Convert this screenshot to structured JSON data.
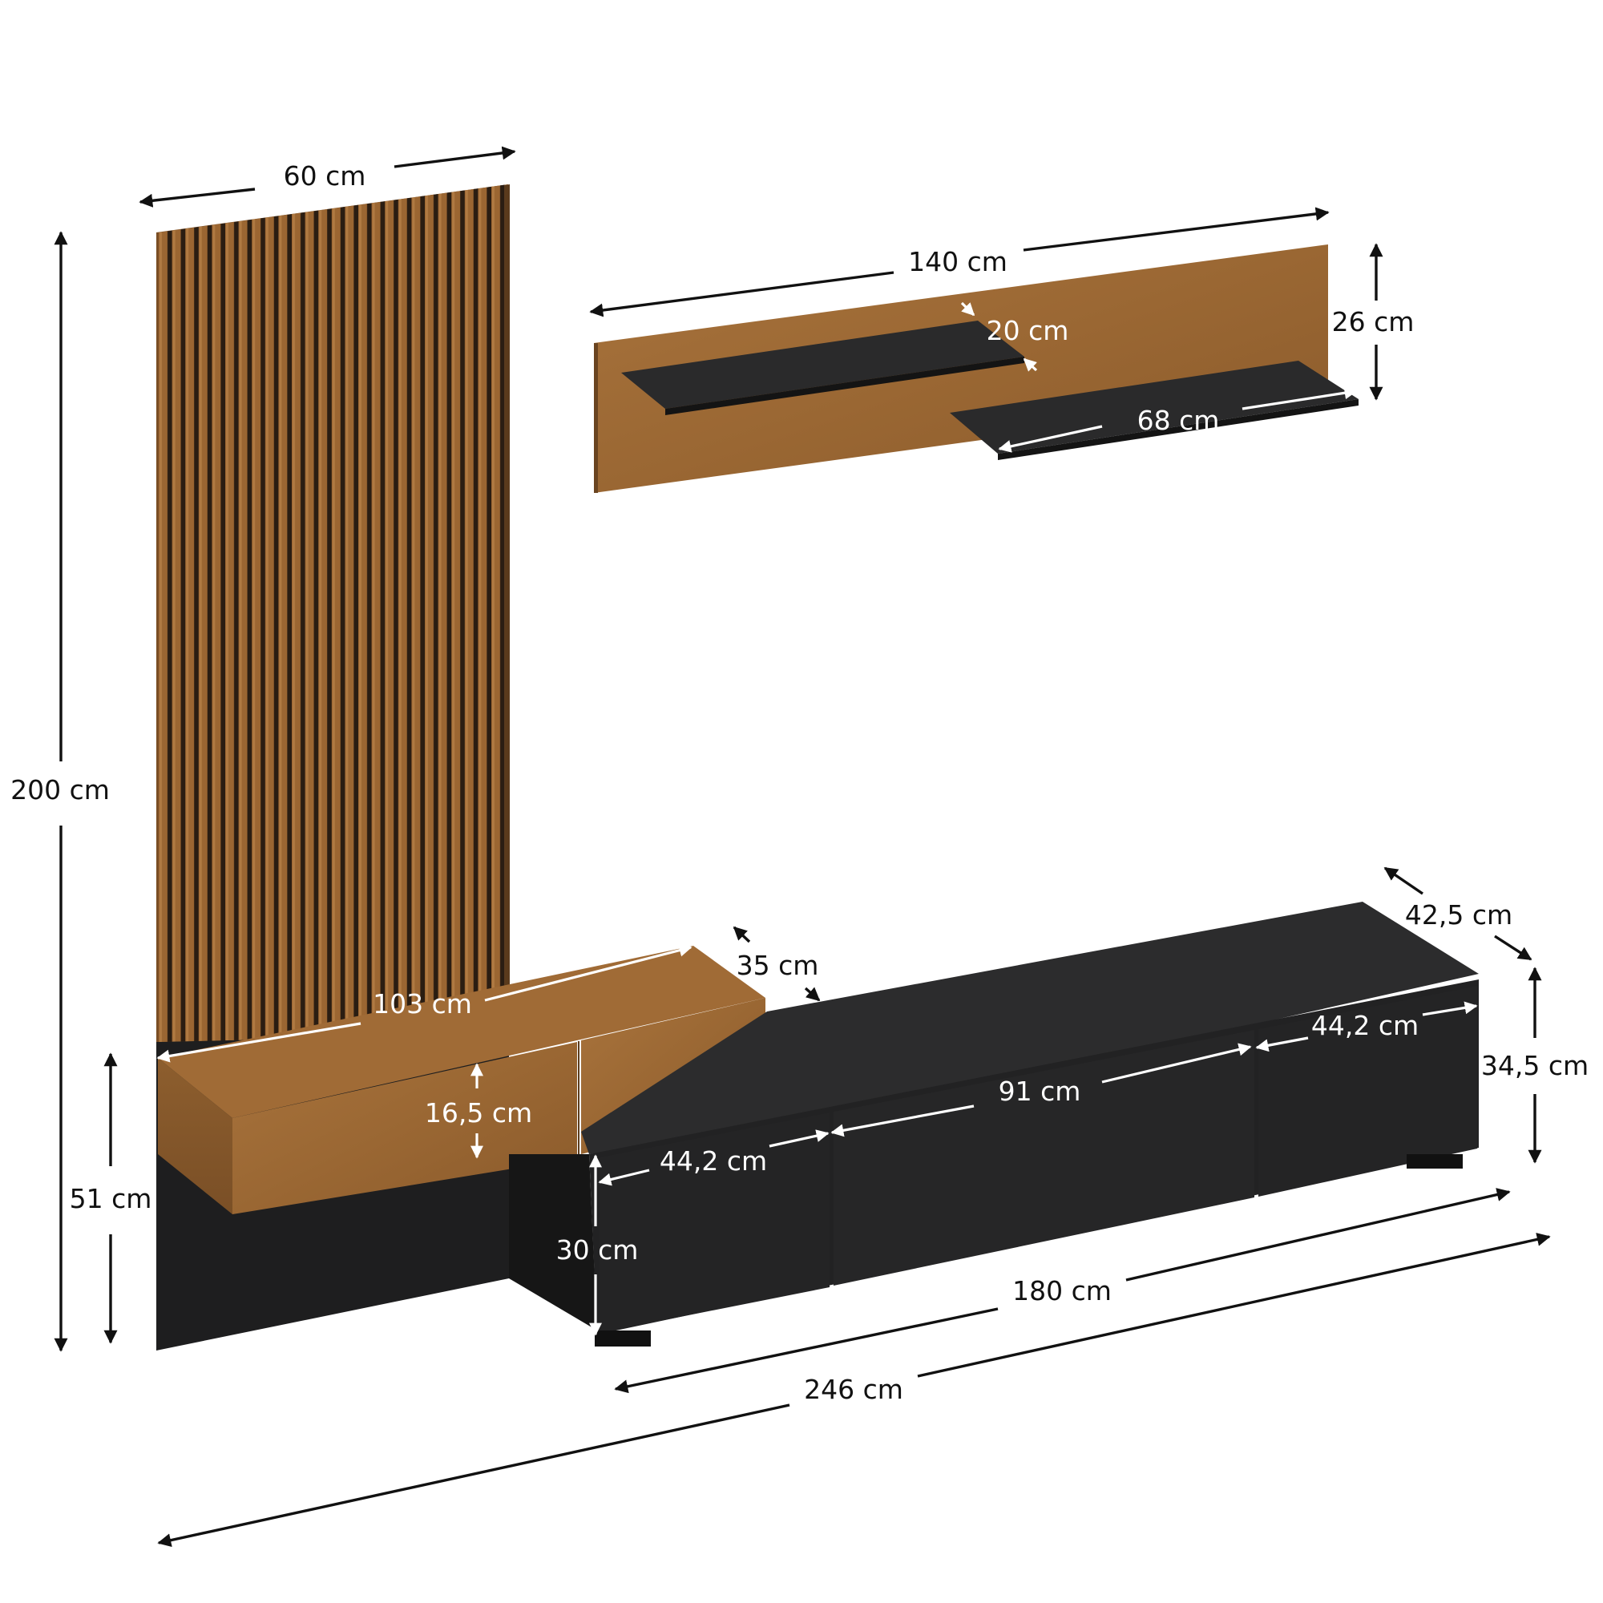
{
  "colors": {
    "oak": "#9c6a35",
    "oak_light": "#b07c44",
    "oak_dark": "#6b4522",
    "black_panel": "#1f1f20",
    "black_top": "#2b2b2c",
    "black_shadow": "#121212"
  },
  "dimensions": {
    "panel_width": "60 cm",
    "panel_height": "200 cm",
    "lower_height": "51 cm",
    "shelf_board_width": "140 cm",
    "shelf_board_height": "26 cm",
    "shelf_depth": "20 cm",
    "shelf_length": "68 cm",
    "box_width": "103 cm",
    "box_depth": "35 cm",
    "box_height": "16,5 cm",
    "tv_depth": "42,5 cm",
    "tv_height": "34,5 cm",
    "drawer_right": "44,2 cm",
    "drawer_middle": "91 cm",
    "drawer_left": "44,2 cm",
    "cabinet_front_height": "30 cm",
    "tv_width": "180 cm",
    "total_width": "246 cm"
  }
}
